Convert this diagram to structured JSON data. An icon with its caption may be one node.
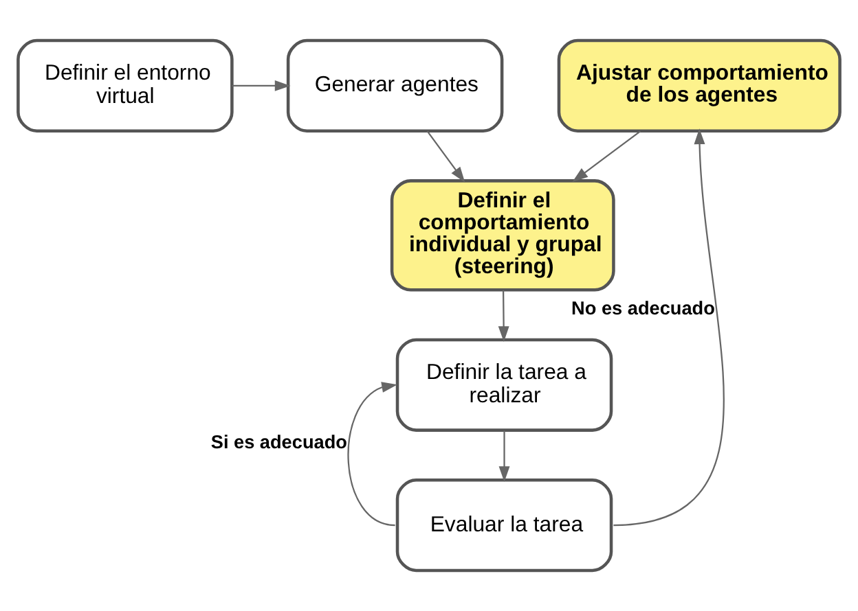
{
  "diagram": {
    "nodes": [
      {
        "text": [
          "Definir el entorno virtual"
        ]
      },
      {
        "text": [
          "Generar agentes"
        ]
      },
      {
        "text": [
          "Ajustar comportamiento de los agentes"
        ]
      },
      {
        "text": [
          "Definir el comportamiento individual y grupal (steering)"
        ]
      },
      {
        "text": [
          "Definir la tarea a realizar"
        ]
      },
      {
        "text": [
          "Evaluar la tarea"
        ]
      }
    ],
    "edges": [
      {
        "from": 0,
        "to": 1,
        "arrow": "to"
      },
      {
        "from": 1,
        "to": 3,
        "arrow": "to"
      },
      {
        "from": 2,
        "to": 3,
        "arrow": "to"
      },
      {
        "from": 3,
        "to": 4,
        "arrow": "to"
      },
      {
        "from": 4,
        "to": 5,
        "arrow": "to"
      },
      {
        "from": 5,
        "to": 4,
        "arrow": "to",
        "label": "Si es adecuado"
      },
      {
        "from": 5,
        "to": 2,
        "arrow": "to",
        "label": "No es adecuado"
      }
    ]
  }
}
